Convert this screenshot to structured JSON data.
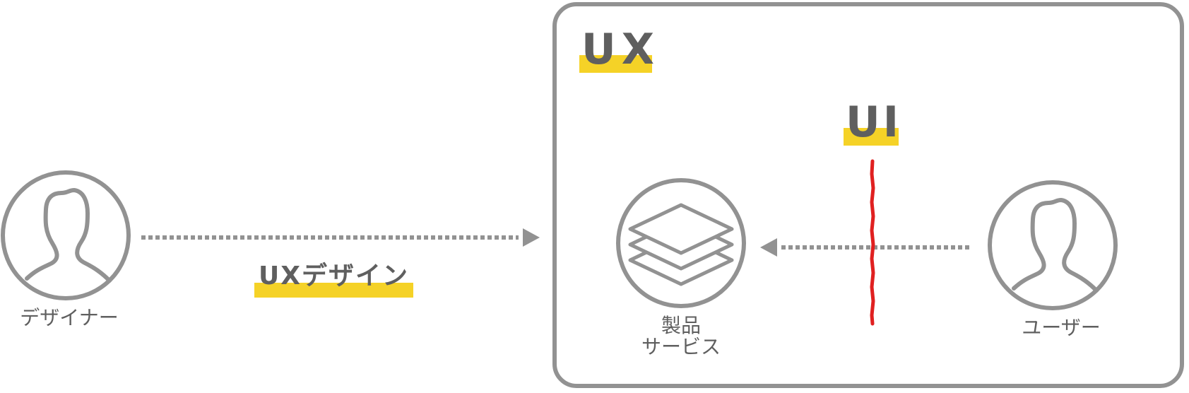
{
  "diagram": {
    "ux_label": "UX",
    "ui_label": "UI",
    "ux_design_label": "UXデザイン",
    "designer_label": "デザイナー",
    "product_label_line1": "製品",
    "product_label_line2": "サービス",
    "user_label": "ユーザー"
  },
  "colors": {
    "stroke_gray": "#929292",
    "text_gray": "#5f5f5f",
    "highlight_yellow": "#f5d227",
    "boundary_red": "#e02020"
  }
}
